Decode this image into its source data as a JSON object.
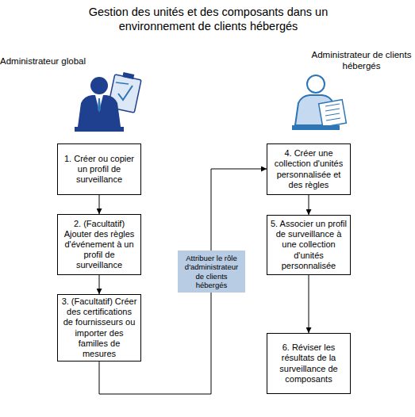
{
  "diagram": {
    "title": "Gestion des unités et des composants dans un environnement de clients hébergés",
    "nodes": [
      {
        "text": [
          "1. Créer ou copier un profil de surveillance"
        ]
      },
      {
        "text": [
          "2. (Facultatif) Ajouter des règles d'événement à un profil de surveillance"
        ]
      },
      {
        "text": [
          "3. (Facultatif) Créer des certifications de fournisseurs ou importer des familles de mesures"
        ]
      },
      {
        "text": [
          "Attribuer le rôle d'administrateur de clients hébergés"
        ]
      },
      {
        "text": [
          "4. Créer une collection d'unités personnalisée et des règles"
        ]
      },
      {
        "text": [
          "5. Associer un profil de surveillance à une collection d'unités personnalisée"
        ]
      },
      {
        "text": [
          "6. Réviser les résultats de la surveillance de composants"
        ]
      }
    ],
    "edges": [
      {
        "from": 0,
        "to": 1,
        "arrow": "to"
      },
      {
        "from": 1,
        "to": 2,
        "arrow": "to"
      },
      {
        "from": 2,
        "to": 3,
        "arrow": "none"
      },
      {
        "from": 3,
        "to": 4,
        "arrow": "to"
      },
      {
        "from": 4,
        "to": 5,
        "arrow": "to"
      },
      {
        "from": 5,
        "to": 6,
        "arrow": "to"
      }
    ],
    "labels": [
      "Administrateur global",
      "Administrateur de clients hébergés"
    ]
  }
}
